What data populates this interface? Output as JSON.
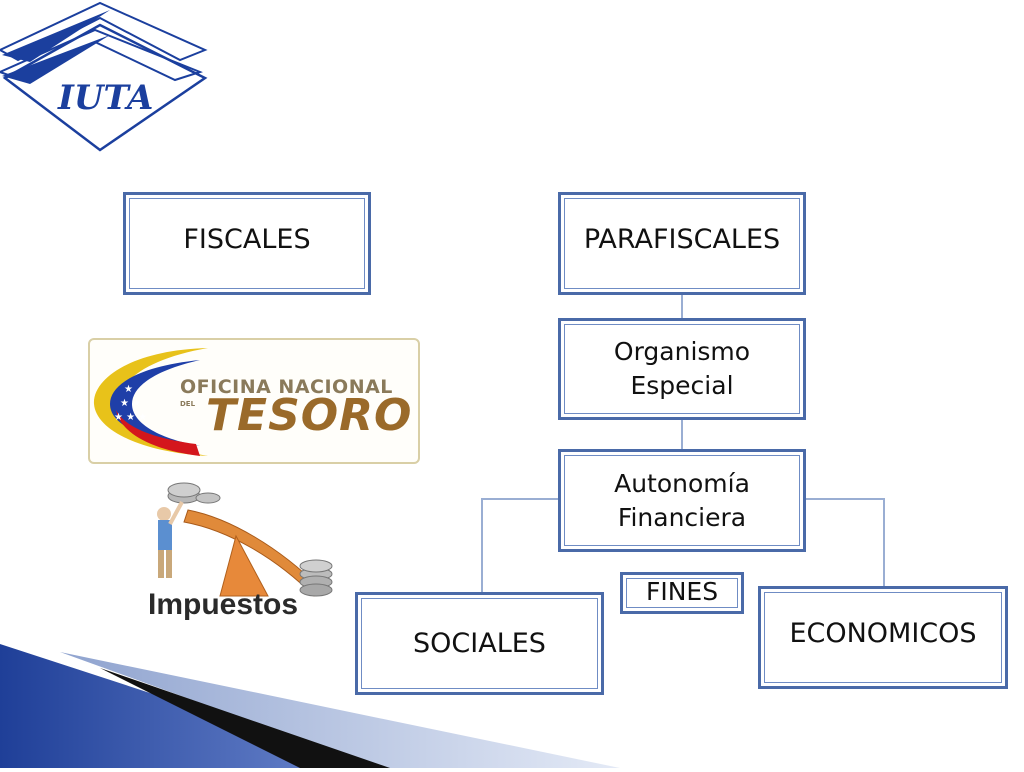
{
  "logo": {
    "text": "IUTA",
    "color": "#1b3f9e"
  },
  "fiscales": {
    "label": "FISCALES"
  },
  "parafiscales": {
    "label": "PARAFISCALES"
  },
  "organismo": {
    "line1": "Organismo",
    "line2": "Especial"
  },
  "autonomia": {
    "line1": "Autonomía",
    "line2": "Financiera"
  },
  "fines": {
    "label": "FINES"
  },
  "sociales": {
    "label": "SOCIALES"
  },
  "economicos": {
    "label": "ECONOMICOS"
  },
  "tesoro_logo": {
    "line1": "OFICINA NACIONAL",
    "small": "DEL",
    "line2": "TESORO"
  },
  "impuestos_image": {
    "label": "Impuestos"
  },
  "colors": {
    "box_border": "#4a6aa8",
    "connector": "#9aaed3",
    "corner_blue": "#2a4a9a"
  }
}
